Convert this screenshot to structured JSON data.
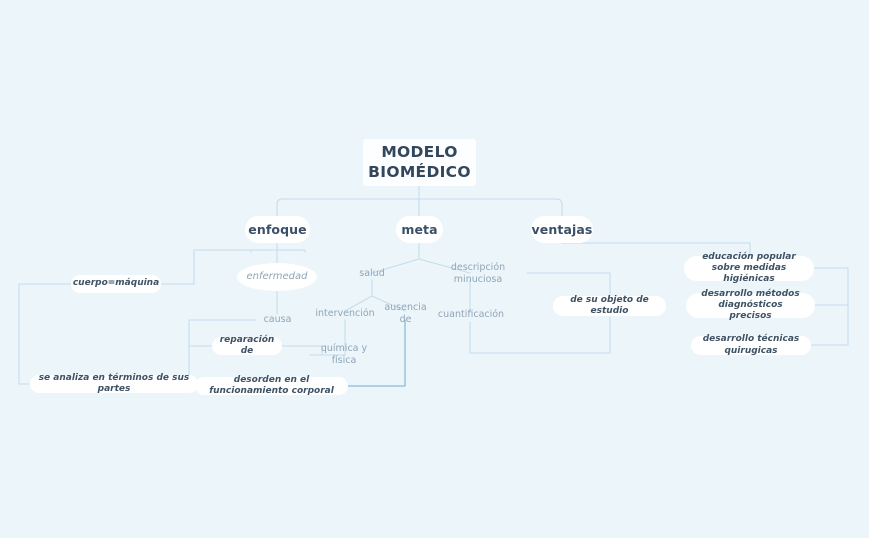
{
  "diagram": {
    "title": "MODELO BIOMÉDICO",
    "type": "mind-map",
    "background_color": "#ecf5fa",
    "edge_color": "#c4dced",
    "edge_color_strong": "#89bcd8",
    "text_color_dark": "#3d4f63",
    "text_color_muted": "#8fa6b8"
  },
  "nodes": {
    "root": {
      "label": "MODELO BIOMÉDICO",
      "line1": "MODELO",
      "line2": "BIOMÉDICO"
    },
    "enfoque": {
      "label": "enfoque"
    },
    "meta": {
      "label": "meta"
    },
    "ventajas": {
      "label": "ventajas"
    },
    "enfermedad": {
      "label": "enfermedad"
    },
    "cuerpo_maquina": {
      "label": "cuerpo=máquina"
    },
    "se_analiza": {
      "label": "se analiza en términos de sus partes"
    },
    "causa": {
      "label": "causa"
    },
    "reparacion": {
      "label": "reparación de"
    },
    "quimica_fisica": {
      "label": "química y física"
    },
    "desorden": {
      "label": "desorden en el funcionamiento corporal"
    },
    "salud": {
      "label": "salud"
    },
    "intervencion": {
      "label": "intervención"
    },
    "ausencia": {
      "label": "ausencia de"
    },
    "descripcion": {
      "label": "descripción minuciosa"
    },
    "cuantificacion": {
      "label": "cuantificación"
    },
    "objeto_estudio": {
      "label": "de su objeto de estudio"
    },
    "educacion": {
      "label": "educación popular sobre medidas higiénicas",
      "line1": "educación popular sobre medidas",
      "line2": "higiénicas"
    },
    "metodos": {
      "label": "desarrollo métodos diagnósticos precisos",
      "line1": "desarrollo métodos diagnósticos",
      "line2": "precisos"
    },
    "tecnicas": {
      "label": "desarrollo técnicas quirugicas"
    }
  }
}
